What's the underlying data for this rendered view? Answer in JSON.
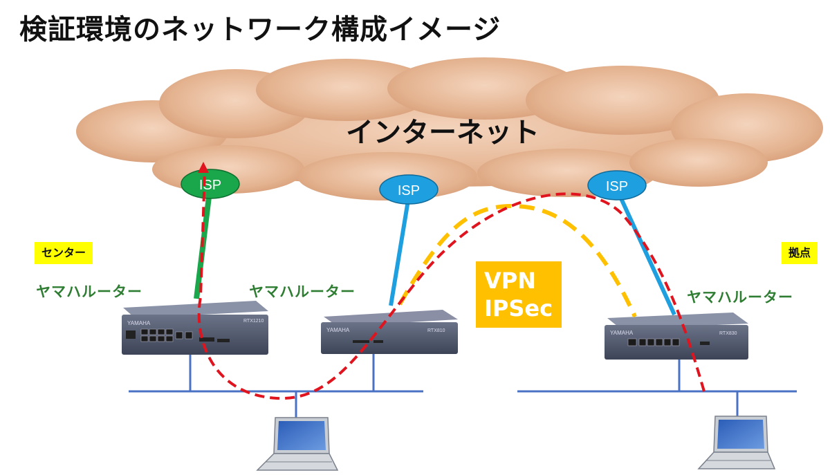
{
  "title": "検証環境のネットワーク構成イメージ",
  "cloud_label": "インターネット",
  "isp_labels": [
    "ISP",
    "ISP",
    "ISP"
  ],
  "site_labels": {
    "center": "センター",
    "branch": "拠点"
  },
  "router_labels": [
    "ヤマハルーター",
    "ヤマハルーター",
    "ヤマハルーター"
  ],
  "vpn": {
    "line1": "VPN",
    "line2": "IPSec"
  },
  "routers": [
    {
      "brand": "YAMAHA",
      "model": "RTX1210"
    },
    {
      "brand": "YAMAHA",
      "model": "RTX810"
    },
    {
      "brand": "YAMAHA",
      "model": "RTX830"
    }
  ],
  "colors": {
    "cloud": "#e6b897",
    "isp_green": "#1aa64a",
    "isp_blue": "#1ea0e0",
    "lan_line": "#4a72c4",
    "vpn_path": "#ffc000",
    "route_path": "#e0141e",
    "site_label_bg": "#ffff00",
    "router_label_text": "#2e7d32"
  }
}
